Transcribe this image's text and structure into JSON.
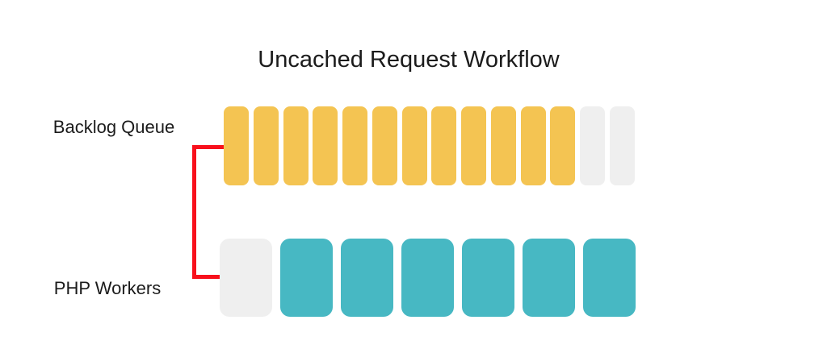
{
  "title": "Uncached Request Workflow",
  "diagram": {
    "text_color": "#1b1b1b",
    "connector_color": "#F8101C",
    "empty_color": "#EFEFEF",
    "rows": [
      {
        "id": "backlog-queue",
        "label": "Backlog Queue",
        "fill_color": "#F4C452",
        "filled_count": 12,
        "empty_count": 2,
        "total_slots": 14,
        "slots": [
          "filled",
          "filled",
          "filled",
          "filled",
          "filled",
          "filled",
          "filled",
          "filled",
          "filled",
          "filled",
          "filled",
          "filled",
          "empty",
          "empty"
        ]
      },
      {
        "id": "php-workers",
        "label": "PHP Workers",
        "fill_color": "#47B8C3",
        "filled_count": 6,
        "empty_count": 1,
        "total_slots": 7,
        "slots": [
          "empty",
          "filled",
          "filled",
          "filled",
          "filled",
          "filled",
          "filled"
        ]
      }
    ]
  }
}
